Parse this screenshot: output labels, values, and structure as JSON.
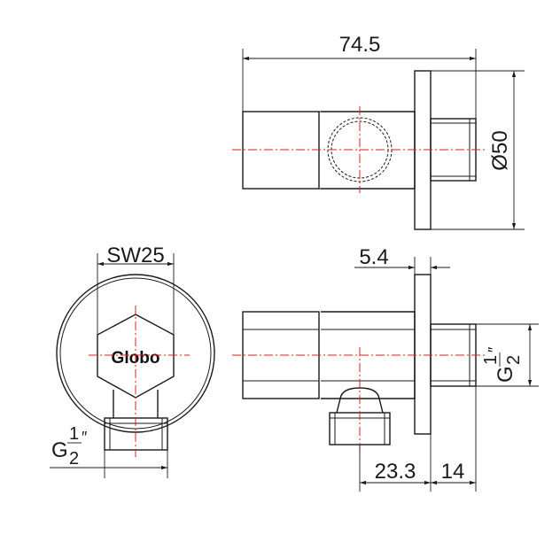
{
  "top_view": {
    "overall_length": "74.5",
    "flange_diameter": "Ø50"
  },
  "front_view": {
    "hex_size": "SW25",
    "brand_logo": "Globo",
    "inlet_thread": {
      "prefix": "G",
      "numerator": "1",
      "denominator": "2",
      "suffix": "″"
    }
  },
  "side_view": {
    "flange_thickness": "5.4",
    "outlet_thread": {
      "prefix": "G",
      "numerator": "1",
      "denominator": "2",
      "suffix": "″"
    },
    "body_to_flange": "23.3",
    "thread_length": "14"
  },
  "colors": {
    "line": "#1a1a1a",
    "centerline": "#e0201c"
  }
}
